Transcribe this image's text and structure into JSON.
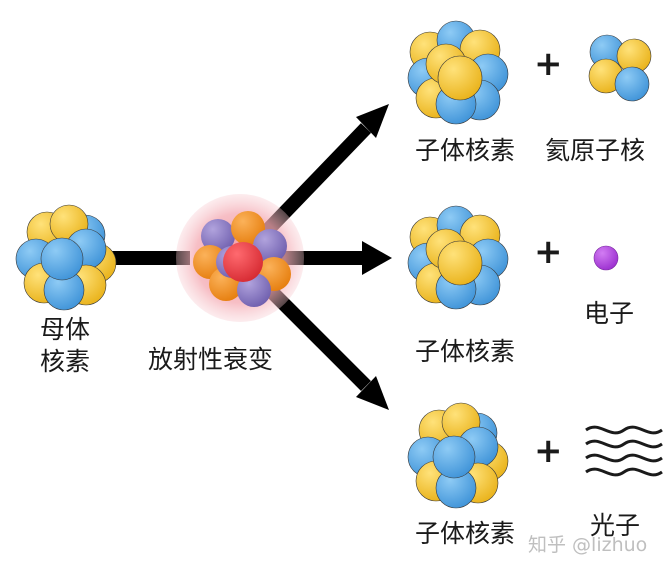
{
  "labels": {
    "parent_line1": "母体",
    "parent_line2": "核素",
    "decay": "放射性衰变",
    "daughter_top": "子体核素",
    "helium": "氦原子核",
    "daughter_mid": "子体核素",
    "electron": "电子",
    "daughter_bottom": "子体核素",
    "photon": "光子",
    "plus": "+"
  },
  "watermark": "知乎 @lizhuo",
  "colors": {
    "proton": "#f5c431",
    "neutron": "#56a8e6",
    "decay_orange": "#f4921e",
    "decay_purple": "#8e7cc3",
    "decay_core": "#e8393f",
    "glow": "#f3a5ae",
    "electron": "#b042e0",
    "arrow": "#000000"
  }
}
